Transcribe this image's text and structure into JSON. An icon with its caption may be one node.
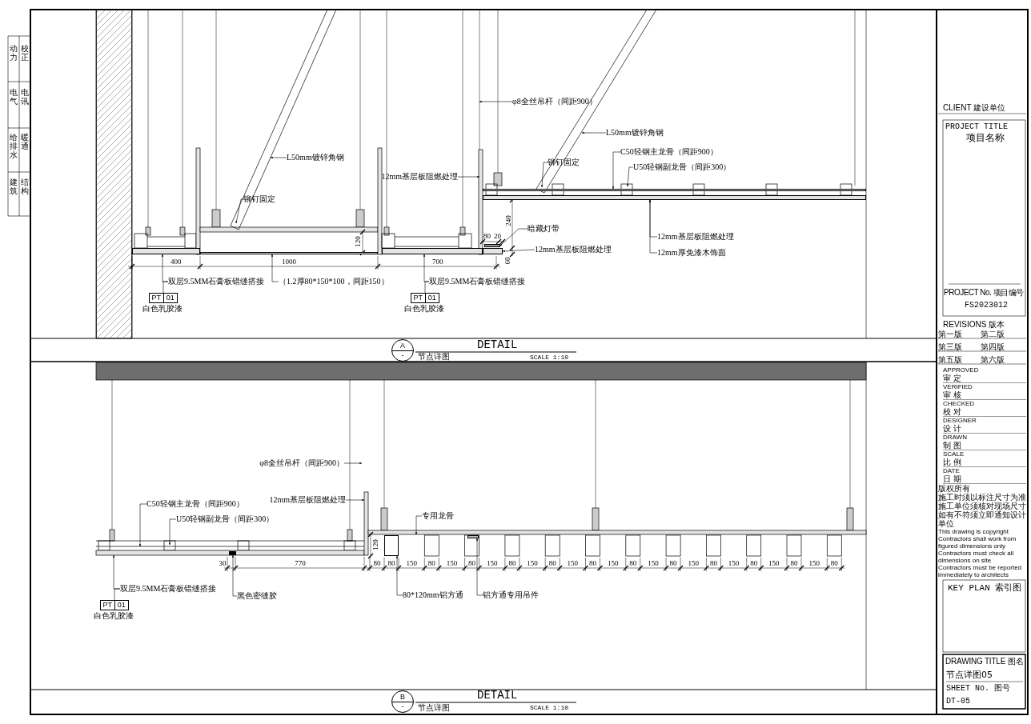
{
  "diagram": {
    "nodes": [
      {
        "text": [
          "φ8全丝吊杆（间距900）"
        ]
      },
      {
        "text": [
          "L50mm镀锌角钢"
        ]
      },
      {
        "text": [
          "C50轻钢主龙骨（间距900）"
        ]
      },
      {
        "text": [
          "铆钉固定"
        ]
      },
      {
        "text": [
          "U50轻钢副龙骨（间距300）"
        ]
      },
      {
        "text": [
          "12mm基层板阻燃处理"
        ]
      },
      {
        "text": [
          "L50mm镀锌角钢"
        ]
      },
      {
        "text": [
          "铆钉固定"
        ]
      },
      {
        "text": [
          "暗藏灯带"
        ]
      },
      {
        "text": [
          "12mm基层板阻燃处理"
        ]
      },
      {
        "text": [
          "12mm基层板阻燃处理"
        ]
      },
      {
        "text": [
          "12mm厚免漆木饰面"
        ]
      },
      {
        "text": [
          "双层9.5MM石膏板错缝搭接"
        ]
      },
      {
        "text": [
          "PT",
          "01"
        ],
        "beside": [
          "白色乳胶漆"
        ]
      },
      {
        "text": [
          "（1.2厚80*150*100，间距150）"
        ]
      },
      {
        "text": [
          "双层9.5MM石膏板错缝搭接"
        ]
      },
      {
        "text": [
          "PT",
          "01"
        ],
        "beside": [
          "白色乳胶漆"
        ]
      },
      {
        "text": [
          "A",
          "-"
        ]
      },
      {
        "text": [
          "φ8全丝吊杆（间距900）"
        ]
      },
      {
        "text": [
          "12mm基层板阻燃处理"
        ]
      },
      {
        "text": [
          "C50轻钢主龙骨（间距900）"
        ]
      },
      {
        "text": [
          "专用龙骨"
        ]
      },
      {
        "text": [
          "U50轻钢副龙骨（间距300）"
        ]
      },
      {
        "text": [
          "双层9.5MM石膏板错缝搭接"
        ]
      },
      {
        "text": [
          "PT",
          "01"
        ],
        "beside": [
          "白色乳胶漆"
        ]
      },
      {
        "text": [
          "黑色密缝胶"
        ]
      },
      {
        "text": [
          "80*120mm铝方通"
        ]
      },
      {
        "text": [
          "铝方通专用吊件"
        ]
      },
      {
        "text": [
          "B",
          "-"
        ]
      },
      {
        "text": [],
        "shape": "bar"
      },
      {
        "text": [],
        "shape": "bar"
      },
      {
        "text": [],
        "shape": "bar"
      },
      {
        "text": [],
        "shape": "bar"
      },
      {
        "text": [],
        "shape": "bar"
      },
      {
        "text": [],
        "shape": "bar"
      },
      {
        "text": [],
        "shape": "bar"
      },
      {
        "text": [],
        "shape": "bar"
      },
      {
        "text": [],
        "shape": "box"
      },
      {
        "text": [],
        "shape": "bar"
      }
    ],
    "edges": [
      {
        "from": 0,
        "to": null,
        "arrow": "to"
      },
      {
        "from": 1,
        "to": null,
        "arrow": "to"
      },
      {
        "from": 2,
        "to": 29,
        "arrow": "to"
      },
      {
        "from": 3,
        "to": null,
        "arrow": "to"
      },
      {
        "from": 4,
        "to": null,
        "arrow": "to"
      },
      {
        "from": 5,
        "to": null,
        "arrow": "to"
      },
      {
        "from": 6,
        "to": null,
        "arrow": "to"
      },
      {
        "from": 7,
        "to": null,
        "arrow": "to"
      },
      {
        "from": 8,
        "to": 30,
        "arrow": "to"
      },
      {
        "from": 9,
        "to": 32,
        "arrow": "to"
      },
      {
        "from": 10,
        "to": 31,
        "arrow": "to"
      },
      {
        "from": 11,
        "to": 32,
        "arrow": "to"
      },
      {
        "from": 12,
        "to": 33,
        "arrow": "to"
      },
      {
        "from": 13,
        "to": 12,
        "arrow": "none"
      },
      {
        "from": 14,
        "to": 34,
        "arrow": "to"
      },
      {
        "from": 15,
        "to": 35,
        "arrow": "to"
      },
      {
        "from": 16,
        "to": 15,
        "arrow": "none"
      },
      {
        "from": 18,
        "to": null,
        "arrow": "to"
      },
      {
        "from": 19,
        "to": null,
        "arrow": "to"
      },
      {
        "from": 20,
        "to": null,
        "arrow": "to"
      },
      {
        "from": 21,
        "to": null,
        "arrow": "to"
      },
      {
        "from": 22,
        "to": null,
        "arrow": "to"
      },
      {
        "from": 23,
        "to": null,
        "arrow": "to"
      },
      {
        "from": 24,
        "to": 23,
        "arrow": "none"
      },
      {
        "from": 25,
        "to": 36,
        "arrow": "to"
      },
      {
        "from": 26,
        "to": 37,
        "arrow": "to"
      },
      {
        "from": 27,
        "to": 38,
        "arrow": "to"
      }
    ],
    "labels": [
      "动力",
      "校正",
      "电气",
      "电讯",
      "给排水",
      "暖通",
      "建筑",
      "结构",
      "400",
      "1000",
      "700",
      "120",
      "240",
      "80",
      "20",
      "60",
      "DETAIL",
      "节点详图",
      "SCALE 1:10",
      "120",
      "30",
      "770",
      "80",
      "80",
      "150",
      "80",
      "150",
      "80",
      "150",
      "80",
      "150",
      "80",
      "150",
      "80",
      "150",
      "80",
      "150",
      "80",
      "150",
      "80",
      "150",
      "80",
      "150",
      "80",
      "150",
      "80",
      "DETAIL",
      "节点详图",
      "SCALE 1:10",
      "CLIENT 建设单位",
      "PROJECT TITLE",
      "项目名称",
      "PROJECT No. 项目编号",
      "FS2023012",
      "REVISIONS 版本",
      "第一版",
      "第二版",
      "第三版",
      "第四版",
      "第五版",
      "第六版",
      "APPROVED",
      "审 定",
      "VERIFIED",
      "审 核",
      "CHECKED",
      "校 对",
      "DESIGNER",
      "设 计",
      "DRAWN",
      "制 图",
      "SCALE",
      "比 例",
      "DATE",
      "日 期",
      "版权所有",
      "施工时须以标注尺寸为准",
      "施工单位须核对现场尺寸",
      "如有不符须立即通知设计单位",
      "This drawing is copyright",
      "Contractors shall work from figured dimensions only",
      "Contractors must check all dimensions on site",
      "Contractors must be reported immediately to architects",
      "KEY PLAN 索引图",
      "DRAWING TITLE 图名",
      "节点详图05",
      "SHEET No. 图号",
      "DT-05"
    ]
  }
}
